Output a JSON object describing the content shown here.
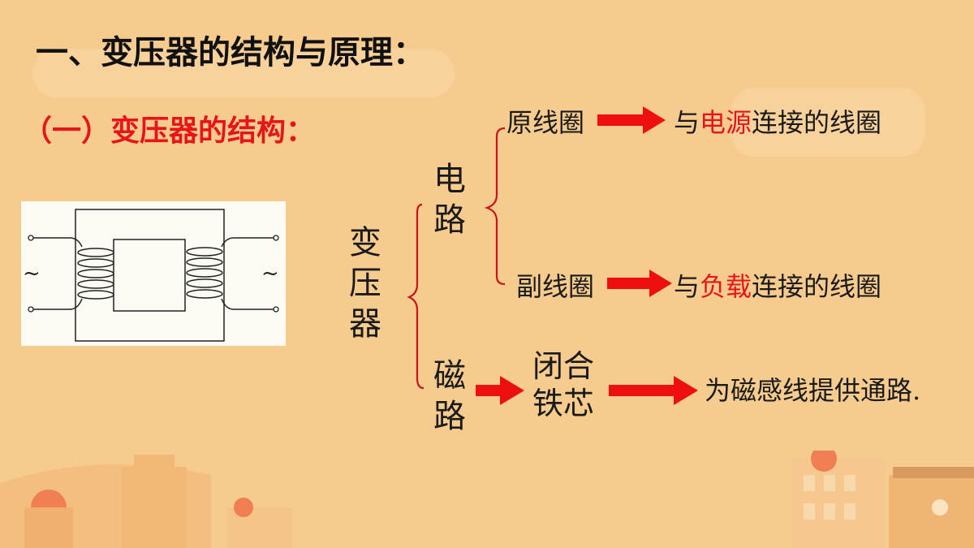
{
  "title": "一、变压器的结构与原理：",
  "section": "（一）变压器的结构：",
  "root": [
    "变",
    "压",
    "器"
  ],
  "electric_circuit": [
    "电",
    "路"
  ],
  "magnetic_circuit": [
    "磁",
    "路"
  ],
  "primary_coil": {
    "label": "原线圈",
    "desc_prefix": "与",
    "desc_highlight": "电源",
    "desc_suffix": "连接的线圈"
  },
  "secondary_coil": {
    "label": "副线圈",
    "desc_prefix": "与",
    "desc_highlight": "负载",
    "desc_suffix": "连接的线圈"
  },
  "core": {
    "label_line1": "闭合",
    "label_line2": "铁芯",
    "desc": "为磁感线提供通路."
  },
  "diagram": {
    "left_symbol": "~",
    "right_symbol": "~"
  },
  "colors": {
    "background": "#f6cb8e",
    "accent_red": "#e8141a",
    "brace_red": "#c8141a"
  }
}
